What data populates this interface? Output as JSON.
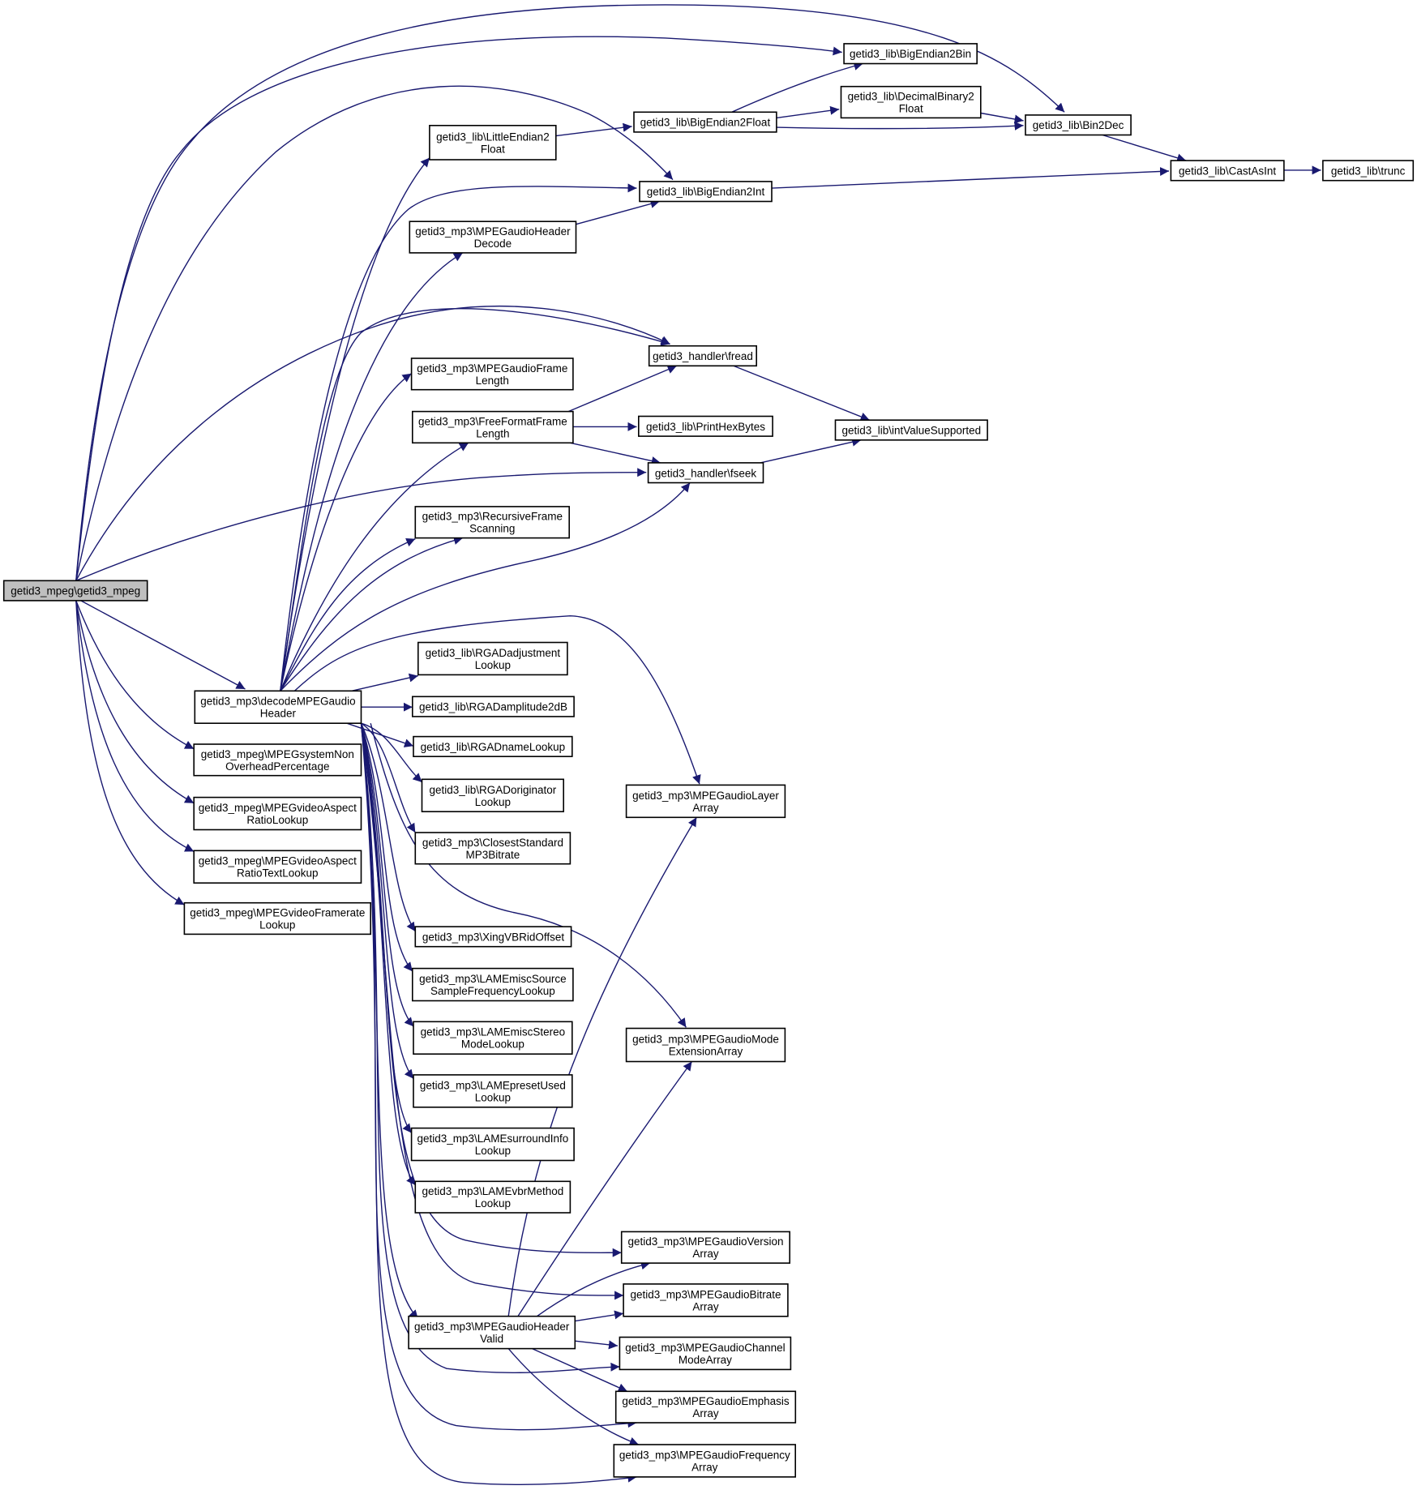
{
  "nodes": {
    "root": [
      "getid3_mpeg\\getid3_mpeg"
    ],
    "bigendian2bin": [
      "getid3_lib\\BigEndian2Bin"
    ],
    "decimalbinary2float": [
      "getid3_lib\\DecimalBinary2",
      "Float"
    ],
    "bigendian2float": [
      "getid3_lib\\BigEndian2Float"
    ],
    "littleendian2float": [
      "getid3_lib\\LittleEndian2",
      "Float"
    ],
    "bin2dec": [
      "getid3_lib\\Bin2Dec"
    ],
    "castasint": [
      "getid3_lib\\CastAsInt"
    ],
    "trunc": [
      "getid3_lib\\trunc"
    ],
    "bigendian2int": [
      "getid3_lib\\BigEndian2Int"
    ],
    "mpegaudioheaderdecode": [
      "getid3_mp3\\MPEGaudioHeader",
      "Decode"
    ],
    "fread": [
      "getid3_handler\\fread"
    ],
    "mpegaudioframelength": [
      "getid3_mp3\\MPEGaudioFrame",
      "Length"
    ],
    "freeformatframelength": [
      "getid3_mp3\\FreeFormatFrame",
      "Length"
    ],
    "printhexbytes": [
      "getid3_lib\\PrintHexBytes"
    ],
    "intvaluesupported": [
      "getid3_lib\\intValueSupported"
    ],
    "fseek": [
      "getid3_handler\\fseek"
    ],
    "recursiveframescanning": [
      "getid3_mp3\\RecursiveFrame",
      "Scanning"
    ],
    "rgadadjustmentlookup": [
      "getid3_lib\\RGADadjustment",
      "Lookup"
    ],
    "decodempegaudioheader": [
      "getid3_mp3\\decodeMPEGaudio",
      "Header"
    ],
    "rgadamplitude2db": [
      "getid3_lib\\RGADamplitude2dB"
    ],
    "rgadnamelookup": [
      "getid3_lib\\RGADnameLookup"
    ],
    "mpegsystemnonoverhead": [
      "getid3_mpeg\\MPEGsystemNon",
      "OverheadPercentage"
    ],
    "rgadoriginatorlookup": [
      "getid3_lib\\RGADoriginator",
      "Lookup"
    ],
    "mpegaudiolayerarray": [
      "getid3_mp3\\MPEGaudioLayer",
      "Array"
    ],
    "mpegvideoaspectratiolookup": [
      "getid3_mpeg\\MPEGvideoAspect",
      "RatioLookup"
    ],
    "closeststandardmp3bitrate": [
      "getid3_mp3\\ClosestStandard",
      "MP3Bitrate"
    ],
    "mpegvideoaspectratiotextlookup": [
      "getid3_mpeg\\MPEGvideoAspect",
      "RatioTextLookup"
    ],
    "mpegvideoframeratelookup": [
      "getid3_mpeg\\MPEGvideoFramerate",
      "Lookup"
    ],
    "xingvbridoffset": [
      "getid3_mp3\\XingVBRidOffset"
    ],
    "lamemiscsource": [
      "getid3_mp3\\LAMEmiscSource",
      "SampleFrequencyLookup"
    ],
    "lamemiscstereo": [
      "getid3_mp3\\LAMEmiscStereo",
      "ModeLookup"
    ],
    "mpegaudiomodeextension": [
      "getid3_mp3\\MPEGaudioMode",
      "ExtensionArray"
    ],
    "lamepresetused": [
      "getid3_mp3\\LAMEpresetUsed",
      "Lookup"
    ],
    "lamesurroundinfo": [
      "getid3_mp3\\LAMEsurroundInfo",
      "Lookup"
    ],
    "lamevbrmethod": [
      "getid3_mp3\\LAMEvbrMethod",
      "Lookup"
    ],
    "mpegaudioversionarray": [
      "getid3_mp3\\MPEGaudioVersion",
      "Array"
    ],
    "mpegaudiobitratearray": [
      "getid3_mp3\\MPEGaudioBitrate",
      "Array"
    ],
    "mpegaudioheadervalid": [
      "getid3_mp3\\MPEGaudioHeader",
      "Valid"
    ],
    "mpegaudiochannelmodearray": [
      "getid3_mp3\\MPEGaudioChannel",
      "ModeArray"
    ],
    "mpegaudioemphasisarray": [
      "getid3_mp3\\MPEGaudioEmphasis",
      "Array"
    ],
    "mpegaudiofrequencyarray": [
      "getid3_mp3\\MPEGaudioFrequency",
      "Array"
    ]
  },
  "colors": {
    "edge": "#191970",
    "node_border": "#000000",
    "node_fill": "#ffffff",
    "root_fill": "#bfbfbf"
  }
}
